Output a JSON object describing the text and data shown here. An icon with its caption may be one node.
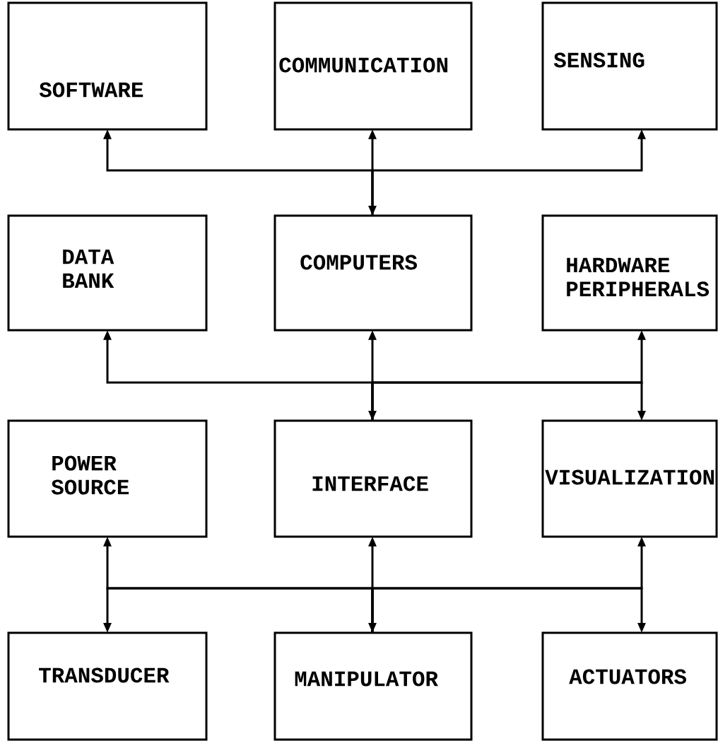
{
  "diagram": {
    "nodes": [
      {
        "text": [
          "SOFTWARE"
        ]
      },
      {
        "text": [
          "COMMUNICATION"
        ]
      },
      {
        "text": [
          "SENSING"
        ]
      },
      {
        "text": [
          "DATA BANK"
        ]
      },
      {
        "text": [
          "COMPUTERS"
        ]
      },
      {
        "text": [
          "HARDWARE PERIPHERALS"
        ]
      },
      {
        "text": [
          "POWER SOURCE"
        ]
      },
      {
        "text": [
          "INTERFACE"
        ]
      },
      {
        "text": [
          "VISUALIZATION"
        ]
      },
      {
        "text": [
          "TRANSDUCER"
        ]
      },
      {
        "text": [
          "MANIPULATOR"
        ]
      },
      {
        "text": [
          "ACTUATORS"
        ]
      }
    ],
    "edges": [
      {
        "from": 4,
        "to": 0,
        "arrow": "to"
      },
      {
        "from": 1,
        "to": 4,
        "arrow": "both"
      },
      {
        "from": 4,
        "to": 2,
        "arrow": "to"
      },
      {
        "from": 7,
        "to": 3,
        "arrow": "to"
      },
      {
        "from": 4,
        "to": 7,
        "arrow": "both"
      },
      {
        "from": 7,
        "to": 5,
        "arrow": "to"
      },
      {
        "from": 7,
        "to": 8,
        "arrow": "to"
      },
      {
        "from": 10,
        "to": 6,
        "arrow": "to"
      },
      {
        "from": 7,
        "to": 10,
        "arrow": "both"
      },
      {
        "from": 10,
        "to": 8,
        "arrow": "to"
      },
      {
        "from": 10,
        "to": 9,
        "arrow": "to"
      },
      {
        "from": 10,
        "to": 11,
        "arrow": "to"
      }
    ]
  }
}
